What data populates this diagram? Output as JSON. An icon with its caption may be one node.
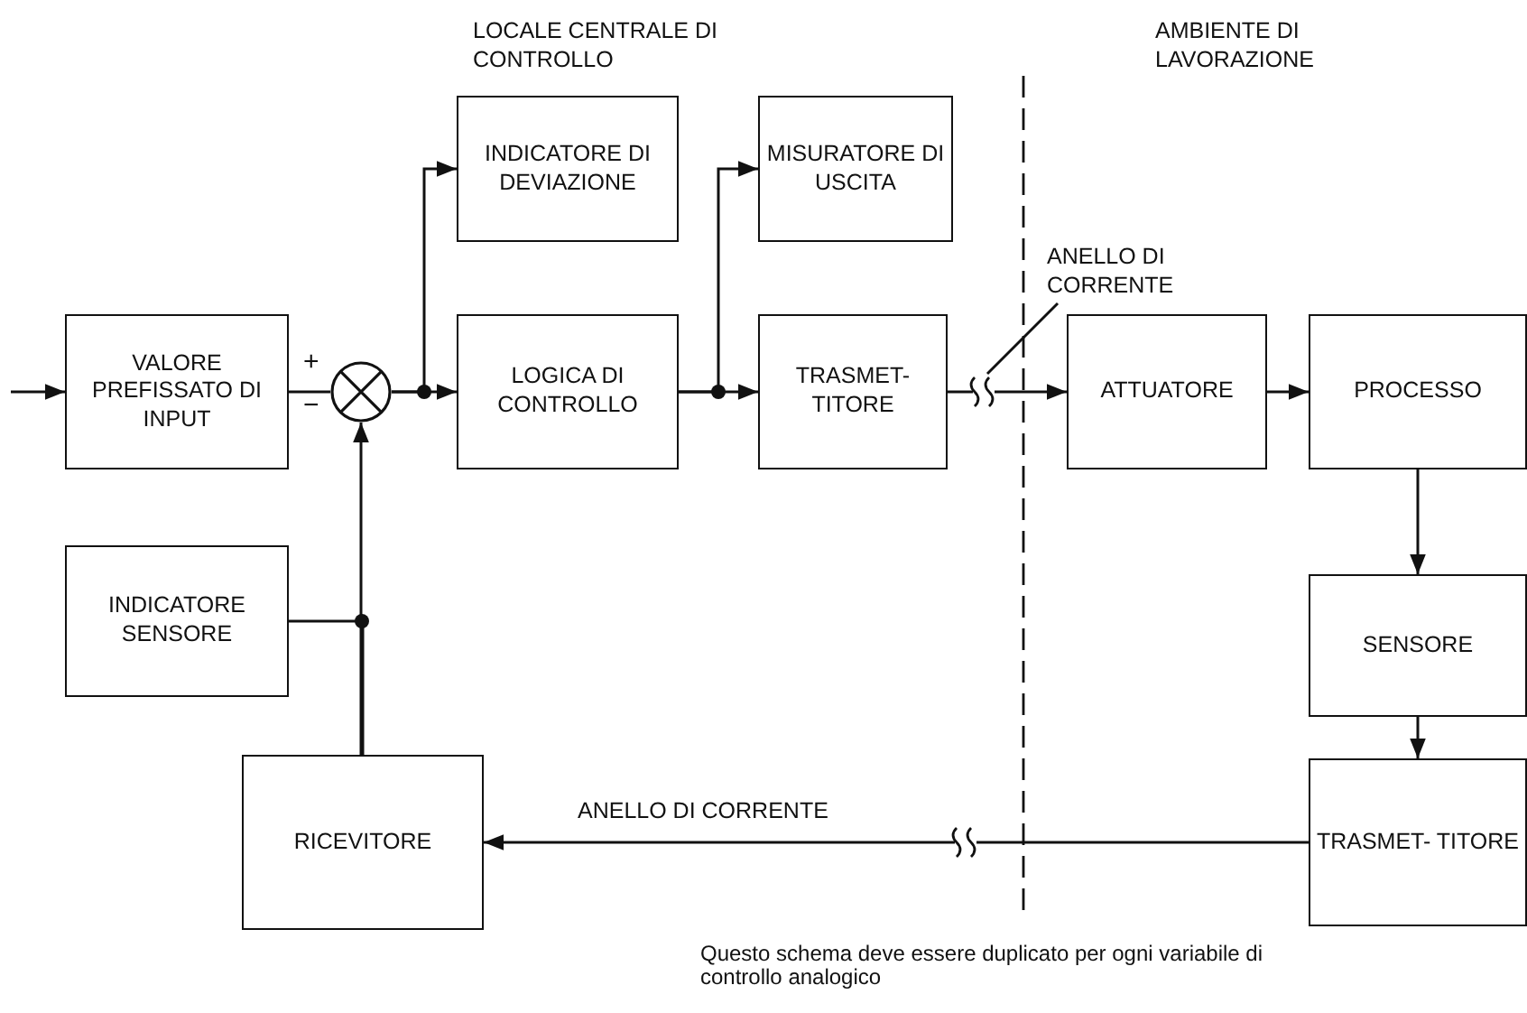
{
  "diagram": {
    "nodes": [
      {
        "text": [
          "VALORE PREFISSATO DI INPUT"
        ]
      },
      {
        "text": [],
        "shape": "circle",
        "beside": [
          "+",
          "−"
        ]
      },
      {
        "text": [
          "INDICATORE DI DEVIAZIONE"
        ]
      },
      {
        "text": [
          "LOGICA DI CONTROLLO"
        ]
      },
      {
        "text": [
          "MISURATORE DI USCITA"
        ]
      },
      {
        "text": [
          "TRASMET- TITORE"
        ]
      },
      {
        "text": [
          "ATTUATORE"
        ]
      },
      {
        "text": [
          "PROCESSO"
        ]
      },
      {
        "text": [
          "SENSORE"
        ]
      },
      {
        "text": [
          "TRASMET- TITORE"
        ]
      },
      {
        "text": [
          "INDICATORE SENSORE"
        ]
      },
      {
        "text": [
          "RICEVITORE"
        ]
      },
      {
        "text": [
          "ANELLO DI CORRENTE"
        ]
      }
    ],
    "edges": [
      {
        "from": null,
        "to": 0,
        "arrow": "to"
      },
      {
        "from": 0,
        "to": 1,
        "arrow": "none"
      },
      {
        "from": 1,
        "to": 3,
        "arrow": "to"
      },
      {
        "from": 1,
        "to": 2,
        "arrow": "to"
      },
      {
        "from": 3,
        "to": 5,
        "arrow": "to"
      },
      {
        "from": 3,
        "to": 4,
        "arrow": "to"
      },
      {
        "from": 5,
        "to": 6,
        "arrow": "to"
      },
      {
        "from": 6,
        "to": 7,
        "arrow": "to"
      },
      {
        "from": 7,
        "to": 8,
        "arrow": "to"
      },
      {
        "from": 8,
        "to": 9,
        "arrow": "to"
      },
      {
        "from": 9,
        "to": 11,
        "arrow": "to",
        "label": "ANELLO DI CORRENTE"
      },
      {
        "from": 11,
        "to": 1,
        "arrow": "to"
      },
      {
        "from": 11,
        "to": 10,
        "arrow": "none"
      },
      {
        "from": 12,
        "to": null,
        "arrow": "none"
      }
    ],
    "labels": [
      "LOCALE CENTRALE DI CONTROLLO",
      "AMBIENTE DI LAVORAZIONE",
      "Questo schema deve essere duplicato per ogni variabile di controllo analogico"
    ]
  }
}
